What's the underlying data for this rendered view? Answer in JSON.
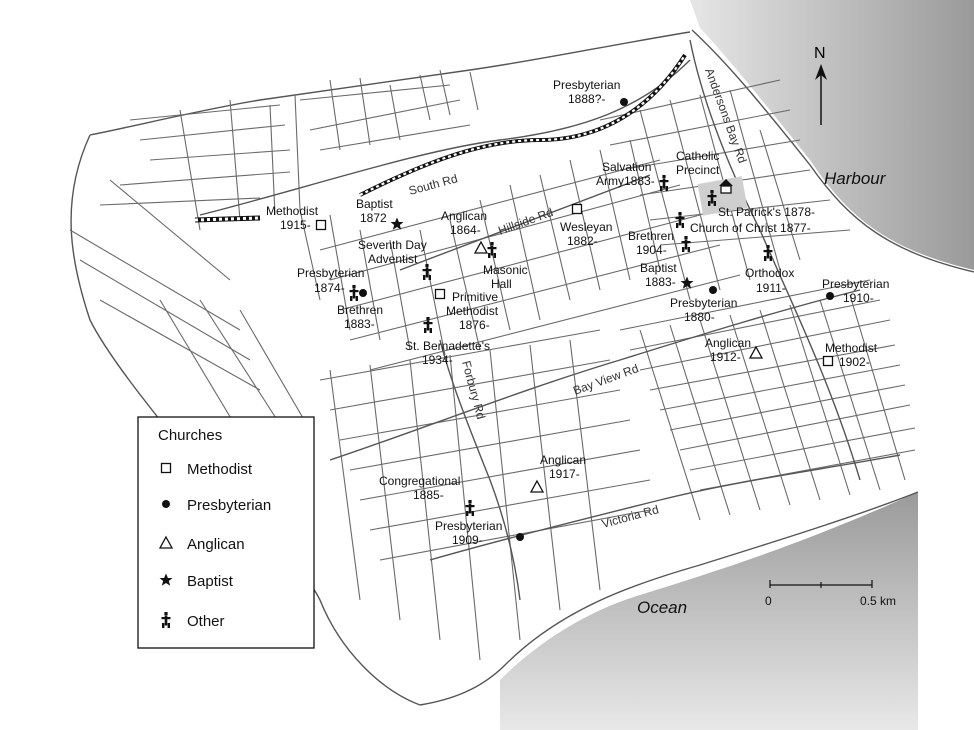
{
  "water": {
    "harbour": "Harbour",
    "ocean": "Ocean"
  },
  "compass": {
    "label": "N"
  },
  "scale": {
    "start": "0",
    "end": "0.5 km"
  },
  "roads": {
    "south_rd": "South Rd",
    "hillside_rd": "Hillside Rd",
    "andersons_bay_rd": "Andersons Bay Rd",
    "bay_view_rd": "Bay View Rd",
    "forbury_rd": "Forbury Rd",
    "victoria_rd": "Victoria Rd"
  },
  "legend": {
    "title": "Churches",
    "items": [
      {
        "label": "Methodist",
        "icon": "square-icon"
      },
      {
        "label": "Presbyterian",
        "icon": "dot-icon"
      },
      {
        "label": "Anglican",
        "icon": "triangle-icon"
      },
      {
        "label": "Baptist",
        "icon": "star-icon"
      },
      {
        "label": "Other",
        "icon": "cross-figure-icon"
      }
    ]
  },
  "churches": {
    "methodist_1915": [
      "Methodist",
      "1915-"
    ],
    "baptist_1872": [
      "Baptist",
      "1872"
    ],
    "seventh_day": [
      "Seventh Day",
      "Adventist"
    ],
    "presbyterian_1874": [
      "Presbyterian",
      "1874-"
    ],
    "brethren_1883": [
      "Brethren",
      "1883-"
    ],
    "anglican_1864": [
      "Anglican",
      "1864-"
    ],
    "masonic_hall": [
      "Masonic",
      "Hall"
    ],
    "primitive_methodist": [
      "Primitive",
      "Methodist",
      "1876-"
    ],
    "st_bernadettes": [
      "St. Bernadette's",
      "1934-"
    ],
    "wesleyan": [
      "Wesleyan",
      "1882-"
    ],
    "presbyterian_1888": [
      "Presbyterian",
      "1888?-"
    ],
    "salvation_army": [
      "Salvation",
      "Army1883-"
    ],
    "catholic_precinct": [
      "Catholic",
      "Precinct"
    ],
    "st_patricks": [
      "St. Patrick's 1878-"
    ],
    "church_of_christ": [
      "Church of Christ 1877-"
    ],
    "brethren_1904": [
      "Brethren",
      "1904-"
    ],
    "baptist_1883": [
      "Baptist",
      "1883-"
    ],
    "presbyterian_1880": [
      "Presbyterian",
      "1880-"
    ],
    "orthodox": [
      "Orthodox",
      "1911-"
    ],
    "presbyterian_1910": [
      "Presbyterian",
      "1910-"
    ],
    "anglican_1912": [
      "Anglican",
      "1912-"
    ],
    "methodist_1902": [
      "Methodist",
      "1902-"
    ],
    "congregational": [
      "Congregational",
      "1885-"
    ],
    "anglican_1917": [
      "Anglican",
      "1917-"
    ],
    "presbyterian_1909": [
      "Presbyterian",
      "1909-"
    ]
  }
}
